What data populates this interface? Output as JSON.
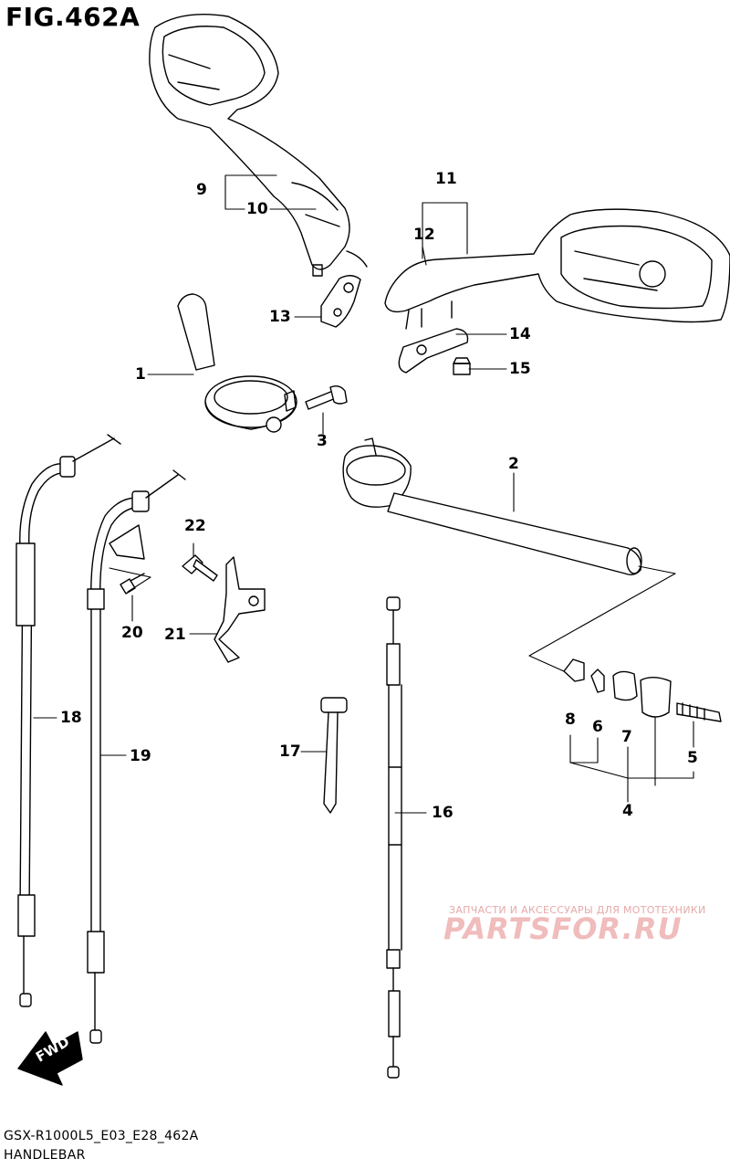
{
  "figure": {
    "title": "FIG.462A",
    "model_code": "GSX-R1000L5_E03_E28_462A",
    "section_name": "HANDLEBAR",
    "fwd_label": "FWD"
  },
  "callouts": [
    {
      "id": "1",
      "label": "1"
    },
    {
      "id": "2",
      "label": "2"
    },
    {
      "id": "3",
      "label": "3"
    },
    {
      "id": "4",
      "label": "4"
    },
    {
      "id": "5",
      "label": "5"
    },
    {
      "id": "6",
      "label": "6"
    },
    {
      "id": "7",
      "label": "7"
    },
    {
      "id": "8",
      "label": "8"
    },
    {
      "id": "9",
      "label": "9"
    },
    {
      "id": "10",
      "label": "10"
    },
    {
      "id": "11",
      "label": "11"
    },
    {
      "id": "12",
      "label": "12"
    },
    {
      "id": "13",
      "label": "13"
    },
    {
      "id": "14",
      "label": "14"
    },
    {
      "id": "15",
      "label": "15"
    },
    {
      "id": "16",
      "label": "16"
    },
    {
      "id": "17",
      "label": "17"
    },
    {
      "id": "18",
      "label": "18"
    },
    {
      "id": "19",
      "label": "19"
    },
    {
      "id": "20",
      "label": "20"
    },
    {
      "id": "21",
      "label": "21"
    },
    {
      "id": "22",
      "label": "22"
    }
  ],
  "watermark": {
    "tagline": "ЗАПЧАСТИ И АКСЕССУАРЫ ДЛЯ МОТОТЕХНИКИ",
    "logo": "PARTSFOR.RU",
    "color": "#f0bcbc"
  }
}
